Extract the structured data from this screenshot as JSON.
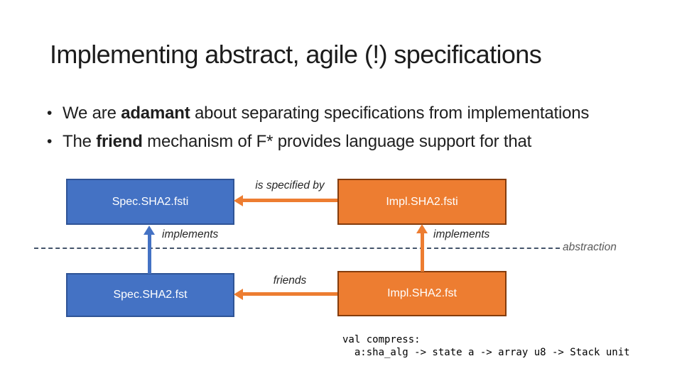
{
  "slide": {
    "title": "Implementing abstract, agile (!) specifications",
    "bullet_char": "•",
    "bullets": [
      {
        "pre": "We are ",
        "bold": "adamant",
        "post": " about separating specifications from implementations"
      },
      {
        "pre": "The ",
        "bold": "friend",
        "post": " mechanism of F* provides language support for that"
      }
    ]
  },
  "diagram": {
    "boxes": {
      "spec_fsti": "Spec.SHA2.fsti",
      "impl_fsti": "Impl.SHA2.fsti",
      "spec_fst": "Spec.SHA2.fst",
      "impl_fst": "Impl.SHA2.fst"
    },
    "labels": {
      "is_specified_by": "is specified by",
      "implements_left": "implements",
      "implements_right": "implements",
      "friends": "friends",
      "abstraction": "abstraction"
    },
    "colors": {
      "spec_fill": "#4472C4",
      "spec_border": "#2F5496",
      "impl_fill": "#ED7D31",
      "impl_border": "#843C0C",
      "arrow_orange": "#ED7D31",
      "arrow_blue": "#4472C4",
      "dashed_line": "#44546A"
    }
  },
  "code": {
    "lines": [
      "val compress:",
      "  a:sha_alg -> state a -> array u8 -> Stack unit"
    ]
  }
}
